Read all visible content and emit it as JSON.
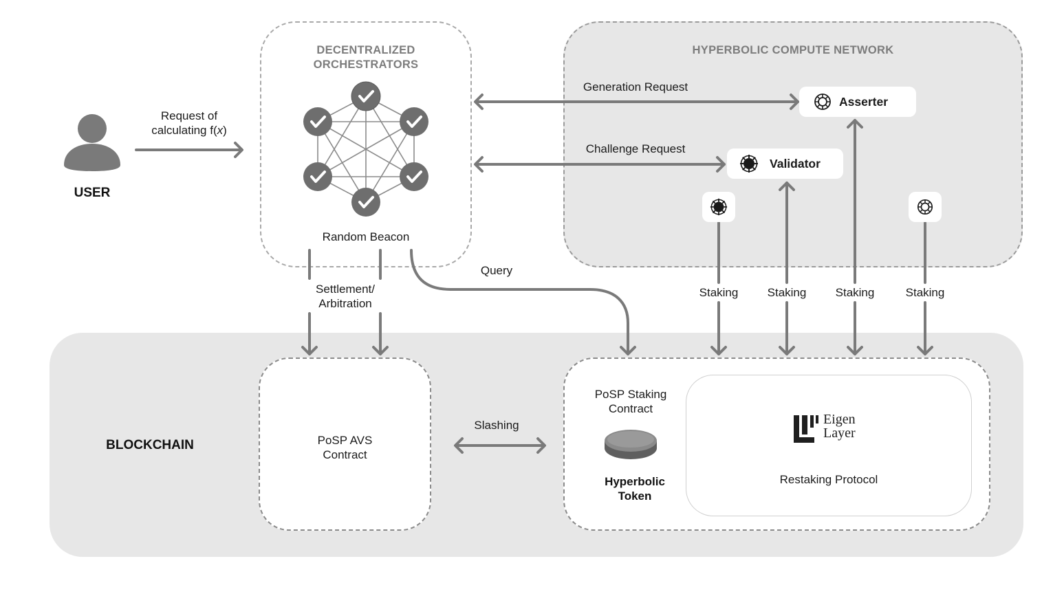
{
  "user": {
    "label": "USER"
  },
  "request_label_line1": "Request of",
  "request_label_line2": "calculating f(",
  "request_label_var": "x",
  "request_label_close": ")",
  "orchestrators": {
    "title_line1": "DECENTRALIZED",
    "title_line2": "ORCHESTRATORS",
    "beacon_label": "Random Beacon"
  },
  "hcn": {
    "title": "HYPERBOLIC COMPUTE NETWORK",
    "generation_request": "Generation Request",
    "challenge_request": "Challenge Request",
    "asserter": "Asserter",
    "validator": "Validator"
  },
  "staking_labels": [
    "Staking",
    "Staking",
    "Staking",
    "Staking"
  ],
  "query_label": "Query",
  "settlement_line1": "Settlement/",
  "settlement_line2": "Arbitration",
  "blockchain": {
    "label": "BLOCKCHAIN",
    "avs_line1": "PoSP AVS",
    "avs_line2": "Contract",
    "slashing": "Slashing",
    "staking_contract_line1": "PoSP Staking",
    "staking_contract_line2": "Contract",
    "token_line1": "Hyperbolic",
    "token_line2": "Token",
    "logo_text_line1": "Eigen",
    "logo_text_line2": "Layer",
    "restaking": "Restaking Protocol"
  },
  "colors": {
    "arrow": "#7a7a7a",
    "region_fill": "#e7e7e7",
    "node": "#6e6e6e"
  }
}
